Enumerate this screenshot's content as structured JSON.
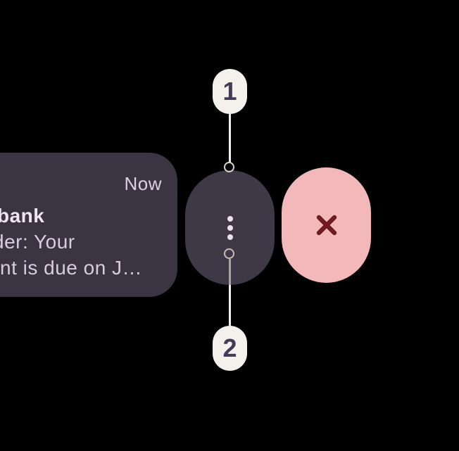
{
  "notification": {
    "timestamp": "Now",
    "title": "bank",
    "body_lines": [
      "der: Your",
      "nt is due on J…"
    ]
  },
  "actions": {
    "more_options": {
      "icon": "vertical-ellipsis-icon"
    },
    "dismiss": {
      "icon": "close-x-icon"
    }
  },
  "callouts": {
    "top": {
      "label": "1"
    },
    "bottom": {
      "label": "2"
    }
  },
  "colors": {
    "background": "#000000",
    "card_bg": "#3B3543",
    "menu_pill_bg": "#3F3947",
    "dismiss_pill_bg": "#F2B8BA",
    "dismiss_icon": "#6E1C20",
    "text_title": "#EDE5F6",
    "text_body": "#D6CDE1",
    "text_timestamp": "#D9D0E4",
    "dots": "#E9E0F2",
    "badge_bg": "#F4F1ED",
    "badge_text": "#413C58",
    "connector": "#F2EFE6"
  }
}
